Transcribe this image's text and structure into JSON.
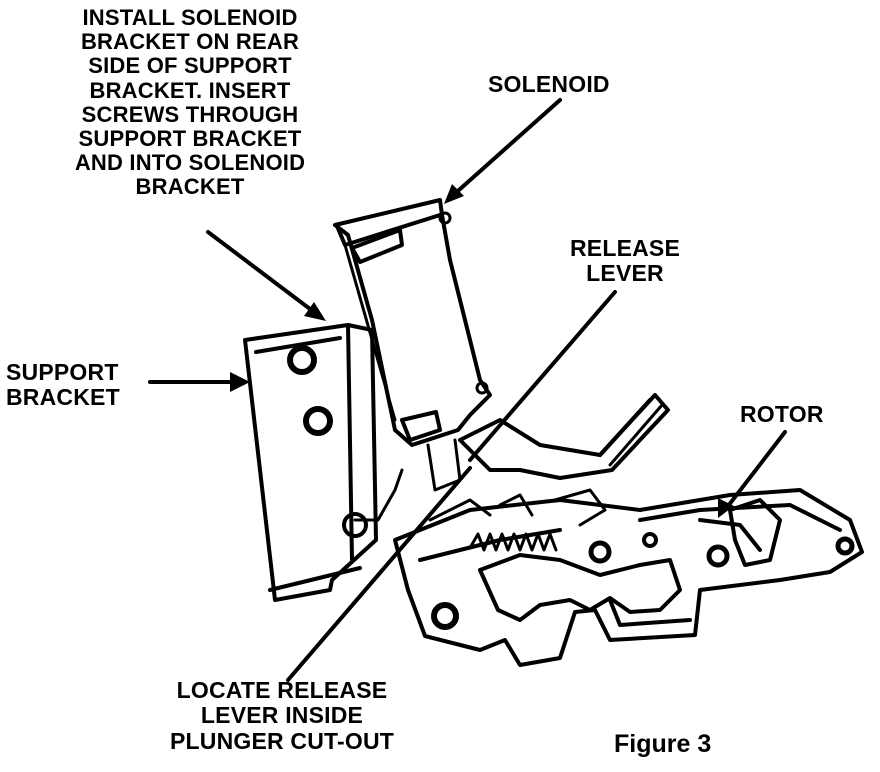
{
  "callouts": {
    "install_solenoid_bracket": [
      "INSTALL SOLENOID",
      "BRACKET ON REAR",
      "SIDE OF SUPPORT",
      "BRACKET. INSERT",
      "SCREWS THROUGH",
      "SUPPORT BRACKET",
      "AND INTO SOLENOID",
      "BRACKET"
    ],
    "solenoid": "SOLENOID",
    "release_lever": [
      "RELEASE",
      "LEVER"
    ],
    "support_bracket": [
      "SUPPORT",
      "BRACKET"
    ],
    "rotor": "ROTOR",
    "locate_release_lever": [
      "LOCATE RELEASE",
      "LEVER INSIDE",
      "PLUNGER CUT-OUT"
    ]
  },
  "caption": "Figure 3"
}
